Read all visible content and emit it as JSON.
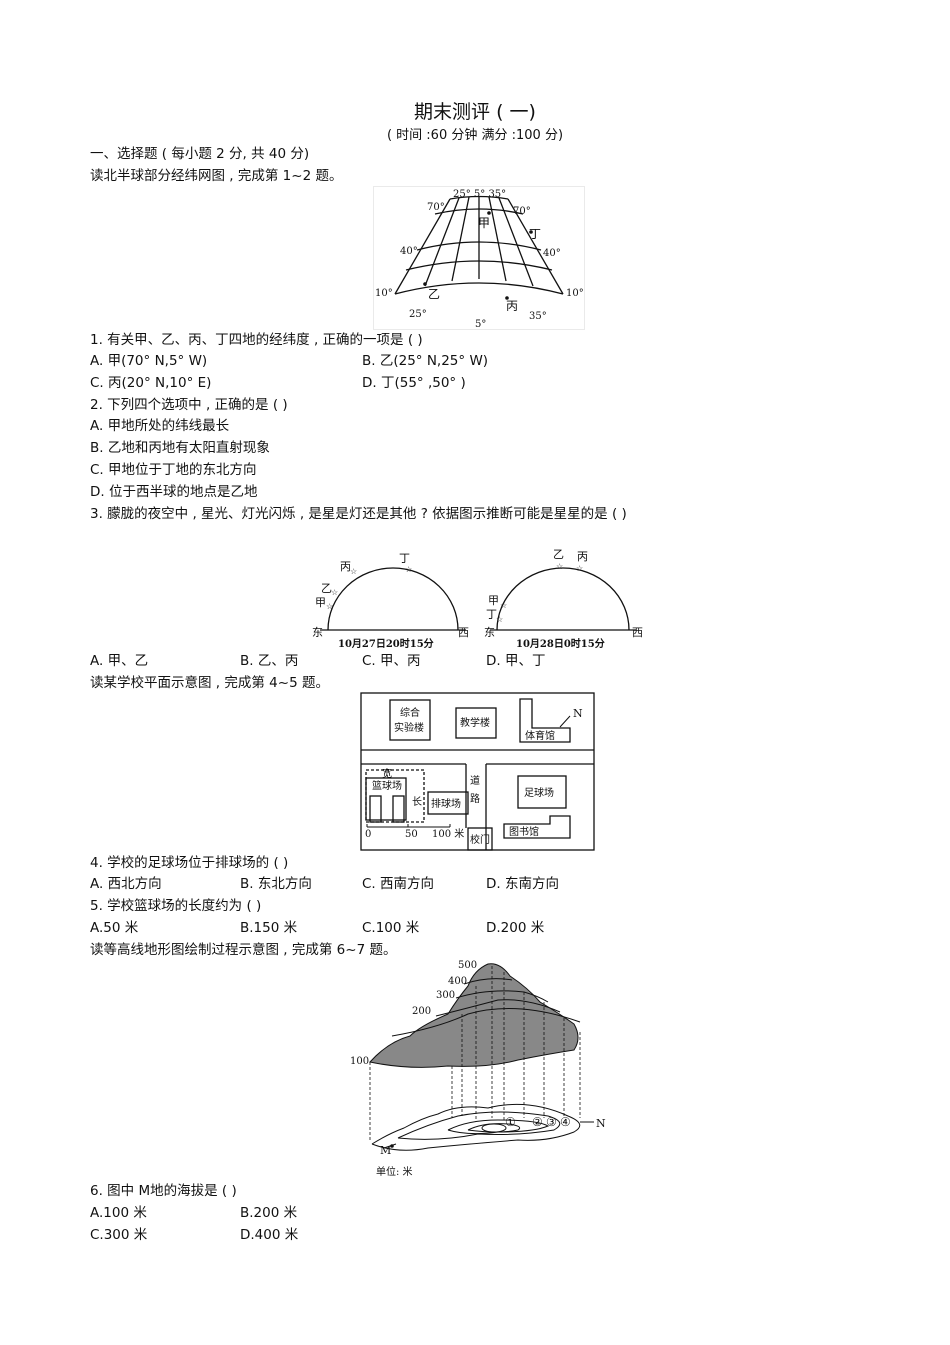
{
  "header": {
    "title": "期末测评 ( 一)",
    "subtitle": "( 时间 :60  分钟     满分 :100  分)"
  },
  "section1": "一、选择题 ( 每小题  2 分, 共 40 分)",
  "intro1": "读北半球部分经纬网图     , 完成第  1~2 题。",
  "fig1": {
    "top_labels": "25° 5° 35°",
    "lat70_left": "70°",
    "lat70_right": "70°",
    "lat40_left": "40°",
    "lat40_right": "40°",
    "lat10_left": "10°",
    "lat10_right": "10°",
    "bottom_25": "25°",
    "bottom_5": "5°",
    "bottom_35": "35°",
    "jia": "甲",
    "yi": "乙",
    "bing": "丙",
    "ding": "丁"
  },
  "q1": {
    "stem": "1. 有关甲、乙、丙、丁四地的经纬度       , 正确的一项是  (        )",
    "A": "A. 甲(70°  N,5°  W)",
    "B": "B. 乙(25°  N,25°  W)",
    "C": "C. 丙(20°  N,10°  E)",
    "D": "D. 丁(55°  ,50°  )"
  },
  "q2": {
    "stem": "2. 下列四个选项中  , 正确的是 (        )",
    "A": "A. 甲地所处的纬线最长",
    "B": "B. 乙地和丙地有太阳直射现象",
    "C": "C. 甲地位于丁地的东北方向",
    "D": "D. 位于西半球的地点是乙地"
  },
  "q3": {
    "stem": "3. 朦胧的夜空中  , 星光、灯光闪烁  , 是星是灯还是其他   ? 依据图示推断可能是星星的是     (        )",
    "A": "A. 甲、乙",
    "B": "B. 乙、丙",
    "C": "C. 甲、丙",
    "D": "D. 甲、丁"
  },
  "fig3": {
    "left_caption": "10月27日20时15分",
    "right_caption": "10月28日0时15分",
    "east": "东",
    "west": "西",
    "jia": "甲",
    "yi": "乙",
    "bing": "丙",
    "ding": "丁"
  },
  "intro4": "读某学校平面示意图    , 完成第  4~5 题。",
  "fig4": {
    "lab": "综合\n实验楼",
    "lab1": "综合",
    "lab2": "实验楼",
    "teaching": "教学楼",
    "gym": "体育馆",
    "north": "N",
    "width": "宽",
    "basketball": "篮球场",
    "length": "长",
    "volleyball": "排球场",
    "road1": "道",
    "road2": "路",
    "football": "足球场",
    "library": "图书馆",
    "gate": "校门",
    "scale0": "0",
    "scale50": "50",
    "scale100": "100 米"
  },
  "q4": {
    "stem": "4. 学校的足球场位于排球场的      (        )",
    "A": "A. 西北方向",
    "B": "B. 东北方向",
    "C": "C. 西南方向",
    "D": "D. 东南方向"
  },
  "q5": {
    "stem": "5. 学校篮球场的长度约为     (        )",
    "A": "A.50  米",
    "B": "B.150  米",
    "C": "C.100  米",
    "D": "D.200  米"
  },
  "intro6": "读等高线地形图绘制过程示意图       , 完成第  6~7 题。",
  "fig6": {
    "h500": "500",
    "h400": "400",
    "h300": "300",
    "h200": "200",
    "h100": "100",
    "c1": "①",
    "c2": "②",
    "c3": "③",
    "c4": "④",
    "n": "N",
    "m": "M",
    "unit": "单位: 米"
  },
  "q6": {
    "stem": "6. 图中  M地的海拔是  (        )",
    "A": "A.100  米",
    "B": "B.200  米",
    "C": "C.300  米",
    "D": "D.400  米"
  }
}
